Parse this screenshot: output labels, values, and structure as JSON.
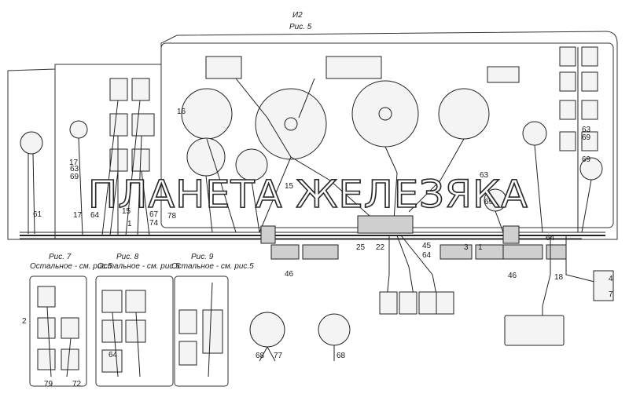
{
  "header": {
    "sheet": "И2",
    "figure": "Рис. 5"
  },
  "watermark": "ПЛАНЕТА ЖЕЛЕЗЯКА",
  "insets": [
    {
      "title": "Рис. 7",
      "note": "Остальное - см. рис.5"
    },
    {
      "title": "Рис. 8",
      "note": "Остальное - см. рис.5"
    },
    {
      "title": "Рис. 9",
      "note": "Остальное - см. рис.5"
    }
  ],
  "callouts": {
    "c2": "2",
    "c1a": "1",
    "c1b": "1",
    "c3": "3",
    "c4": "4",
    "c7": "7",
    "c15a": "15",
    "c15b": "15",
    "c16": "16",
    "c17a": "17",
    "c17b": "17",
    "c18": "18",
    "c22": "22",
    "c25": "25",
    "c45": "45",
    "c46a": "46",
    "c46b": "46",
    "c61": "61",
    "c63a": "63",
    "c63b": "63",
    "c63c": "63",
    "c64a": "64",
    "c64b": "64",
    "c64c": "64",
    "c64d": "64",
    "c67": "67",
    "c68a": "68",
    "c68b": "68",
    "c69a": "69",
    "c69b": "69",
    "c69c": "69",
    "c69d": "69",
    "c72": "72",
    "c74": "74",
    "c77": "77",
    "c78": "78",
    "c79": "79"
  },
  "colors": {
    "ink": "#222222",
    "panel": "#333333",
    "background": "#ffffff"
  }
}
